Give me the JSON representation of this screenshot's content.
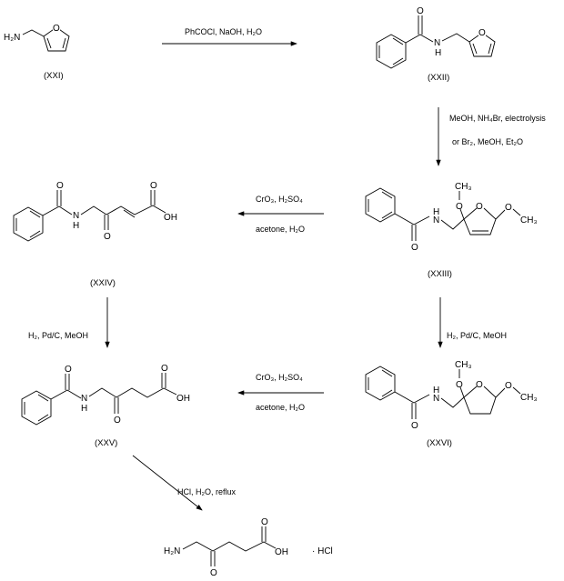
{
  "atoms": {
    "O": "O",
    "N": "N",
    "H": "H",
    "OH": "OH",
    "CH3": "CH₃",
    "H2N": "H₂N"
  },
  "compounds": {
    "xxi": "(XXI)",
    "xxii": "(XXII)",
    "xxiii": "(XXIII)",
    "xxiv": "(XXIV)",
    "xxv": "(XXV)",
    "xxvi": "(XXVI)",
    "final_salt": "· HCl"
  },
  "reagents": {
    "step1": "PhCOCl, NaOH, H₂O",
    "step2_line1": "MeOH, NH₄Br, electrolysis",
    "step2_line2": "or Br₂, MeOH, Et₂O",
    "step3_line1": "CrO₃, H₂SO₄",
    "step3_line2": "acetone, H₂O",
    "step4": "H₂, Pd/C, MeOH",
    "step5": "H₂, Pd/C, MeOH",
    "step6_line1": "CrO₃, H₂SO₄",
    "step6_line2": "acetone, H₂O",
    "step7": "HCl, H₂O, reflux"
  }
}
